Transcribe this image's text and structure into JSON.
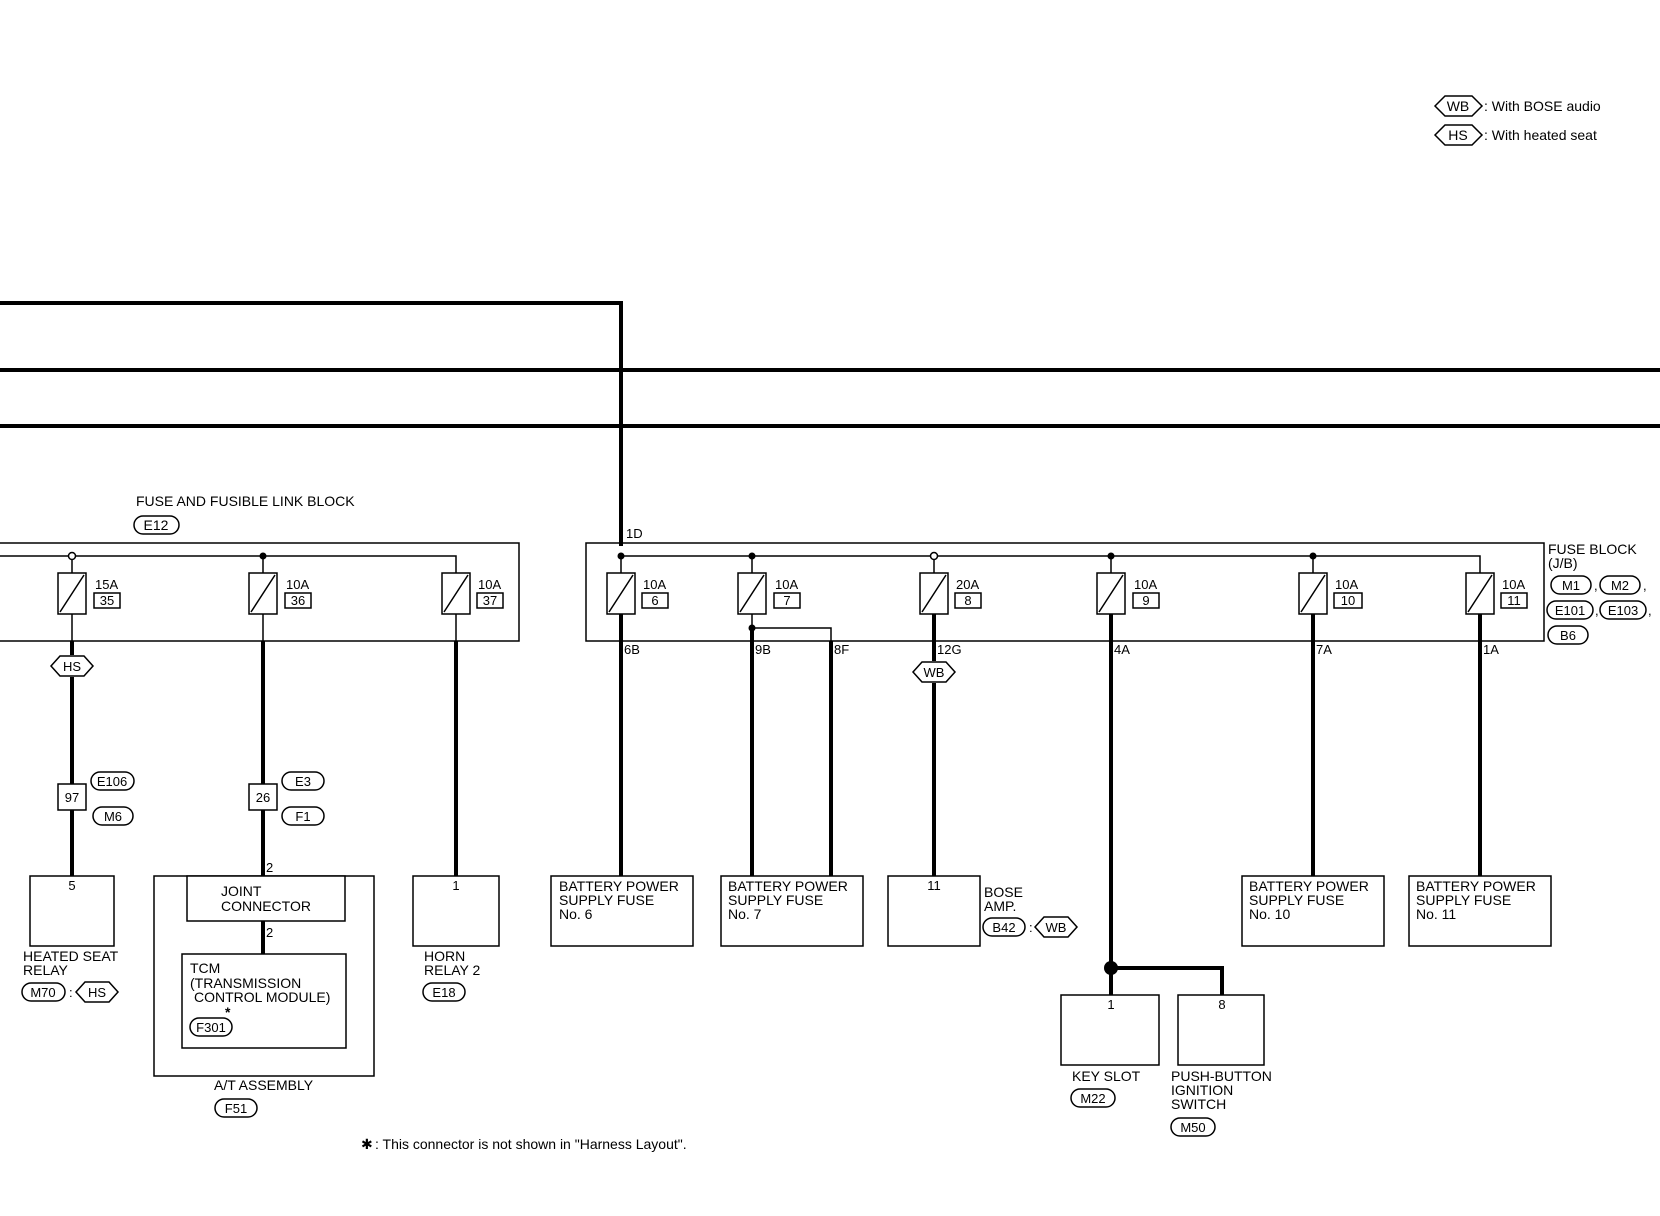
{
  "legend": {
    "wb_tag": "WB",
    "wb_text": ": With BOSE audio",
    "hs_tag": "HS",
    "hs_text": ": With heated seat"
  },
  "fuse_link_block": {
    "title": "FUSE AND FUSIBLE LINK BLOCK",
    "connector": "E12",
    "fuses": [
      {
        "rating": "15A",
        "number": "35"
      },
      {
        "rating": "10A",
        "number": "36"
      },
      {
        "rating": "10A",
        "number": "37"
      }
    ]
  },
  "fuse_block": {
    "title_line1": "FUSE BLOCK",
    "title_line2": "(J/B)",
    "connectors": [
      "M1",
      "M2",
      "E101",
      "E103",
      "B6"
    ],
    "input_terminal": "1D",
    "fuses": [
      {
        "rating": "10A",
        "number": "6",
        "terminal": "6B"
      },
      {
        "rating": "10A",
        "number": "7",
        "terminal": "9B"
      },
      {
        "rating": "20A",
        "number": "8",
        "terminal": "12G"
      },
      {
        "rating": "10A",
        "number": "9",
        "terminal": "4A"
      },
      {
        "rating": "10A",
        "number": "10",
        "terminal": "7A"
      },
      {
        "rating": "10A",
        "number": "11",
        "terminal": "1A"
      }
    ],
    "extra_terminal": "8F"
  },
  "option_tags": {
    "hs": "HS",
    "wb": "WB"
  },
  "inline_connectors": [
    {
      "pin": "97",
      "conn_a": "E106",
      "conn_b": "M6"
    },
    {
      "pin": "26",
      "conn_a": "E3",
      "conn_b": "F1"
    }
  ],
  "components": {
    "heated_seat_relay": {
      "pin": "5",
      "line1": "HEATED SEAT",
      "line2": "RELAY",
      "connector": "M70",
      "sep": ":",
      "tag": "HS"
    },
    "at_assembly": {
      "pin_top": "2",
      "pin_mid": "2",
      "joint_line1": "JOINT",
      "joint_line2": "CONNECTOR",
      "tcm_line1": "TCM",
      "tcm_line2": "(TRANSMISSION",
      "tcm_line3": "CONTROL MODULE)",
      "tcm_connector": "F301",
      "star": "*",
      "label": "A/T ASSEMBLY",
      "connector": "F51"
    },
    "horn_relay": {
      "pin": "1",
      "line1": "HORN",
      "line2": "RELAY 2",
      "connector": "E18"
    },
    "bat_fuse_6": {
      "line1": "BATTERY POWER",
      "line2": "SUPPLY FUSE",
      "line3": "No. 6"
    },
    "bat_fuse_7": {
      "line1": "BATTERY POWER",
      "line2": "SUPPLY FUSE",
      "line3": "No. 7"
    },
    "bose_amp": {
      "pin": "11",
      "line1": "BOSE",
      "line2": "AMP.",
      "connector": "B42",
      "sep": ":",
      "tag": "WB"
    },
    "bat_fuse_10": {
      "line1": "BATTERY POWER",
      "line2": "SUPPLY FUSE",
      "line3": "No. 10"
    },
    "bat_fuse_11": {
      "line1": "BATTERY POWER",
      "line2": "SUPPLY FUSE",
      "line3": "No. 11"
    },
    "key_slot": {
      "pin": "1",
      "line1": "KEY SLOT",
      "connector": "M22"
    },
    "push_button": {
      "pin": "8",
      "line1": "PUSH-BUTTON",
      "line2": "IGNITION",
      "line3": "SWITCH",
      "connector": "M50"
    }
  },
  "footnote": {
    "star": "✱",
    "text": ": This connector is not shown in \"Harness Layout\"."
  }
}
